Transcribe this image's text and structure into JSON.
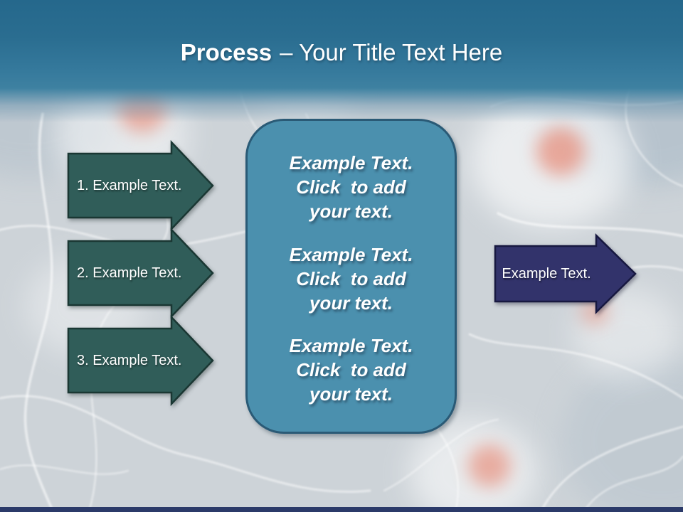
{
  "title": {
    "bold": "Process",
    "rest": "– Your Title Text Here"
  },
  "left_arrows": [
    {
      "label": "1. Example Text."
    },
    {
      "label": "2. Example Text."
    },
    {
      "label": "3. Example Text."
    }
  ],
  "center_box": {
    "paragraphs": [
      {
        "lines": [
          "Example Text.",
          "Click  to add",
          "your text."
        ]
      },
      {
        "lines": [
          "Example Text.",
          "Click  to add",
          "your text."
        ]
      },
      {
        "lines": [
          "Example Text.",
          "Click  to add",
          "your text."
        ]
      }
    ]
  },
  "right_arrow": {
    "label": "Example Text."
  },
  "colors": {
    "header_top": "#25688c",
    "header_bottom": "#3e81a1",
    "left_arrow_fill": "#305d59",
    "left_arrow_border": "#1a3733",
    "center_box_fill": "#4b90ae",
    "center_box_border": "#2a5a76",
    "right_arrow_fill": "#32336b",
    "right_arrow_border": "#171840",
    "background": "#cdd3d8",
    "footer_bar": "#2b3a69",
    "text": "#ffffff"
  }
}
